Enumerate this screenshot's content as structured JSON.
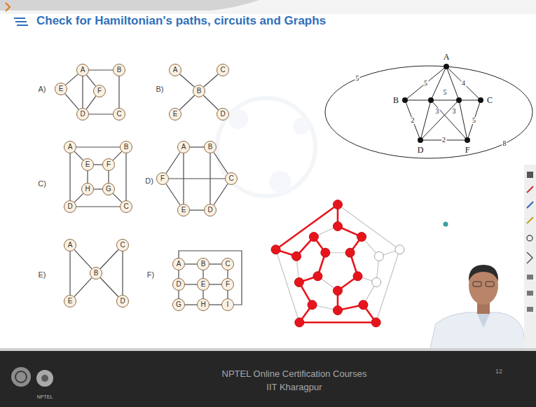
{
  "diagram": {
    "title": "Check for Hamiltonian's paths, circuits and Graphs",
    "nodes": [
      {
        "text": [
          "A"
        ]
      },
      {
        "text": [
          "B"
        ]
      },
      {
        "text": [
          "E"
        ]
      },
      {
        "text": [
          "F"
        ]
      },
      {
        "text": [
          "D"
        ]
      },
      {
        "text": [
          "C"
        ]
      },
      {
        "text": [
          "A"
        ]
      },
      {
        "text": [
          "C"
        ]
      },
      {
        "text": [
          "B"
        ]
      },
      {
        "text": [
          "E"
        ]
      },
      {
        "text": [
          "D"
        ]
      },
      {
        "text": [
          "A"
        ]
      },
      {
        "text": [
          "B"
        ]
      },
      {
        "text": [
          "C"
        ]
      },
      {
        "text": [
          "D"
        ]
      },
      {
        "text": [
          "F"
        ]
      },
      {
        "text": [
          "A"
        ]
      },
      {
        "text": [
          "B"
        ]
      },
      {
        "text": [
          "E"
        ]
      },
      {
        "text": [
          "F"
        ]
      },
      {
        "text": [
          "H"
        ]
      },
      {
        "text": [
          "G"
        ]
      },
      {
        "text": [
          "D"
        ]
      },
      {
        "text": [
          "C"
        ]
      },
      {
        "text": [
          "A"
        ]
      },
      {
        "text": [
          "B"
        ]
      },
      {
        "text": [
          "F"
        ]
      },
      {
        "text": [
          "C"
        ]
      },
      {
        "text": [
          "E"
        ]
      },
      {
        "text": [
          "D"
        ]
      },
      {
        "text": [
          "A"
        ]
      },
      {
        "text": [
          "C"
        ]
      },
      {
        "text": [
          "B"
        ]
      },
      {
        "text": [
          "E"
        ]
      },
      {
        "text": [
          "D"
        ]
      },
      {
        "text": [
          "A"
        ]
      },
      {
        "text": [
          "B"
        ]
      },
      {
        "text": [
          "C"
        ]
      },
      {
        "text": [
          "D"
        ]
      },
      {
        "text": [
          "E"
        ]
      },
      {
        "text": [
          "F"
        ]
      },
      {
        "text": [
          "G"
        ]
      },
      {
        "text": [
          "H"
        ]
      },
      {
        "text": [
          "I"
        ]
      }
    ],
    "edges": [
      {
        "from": 0,
        "to": 1,
        "arrow": "none"
      },
      {
        "from": 1,
        "to": 5,
        "arrow": "none"
      },
      {
        "from": 5,
        "to": 4,
        "arrow": "none"
      },
      {
        "from": 4,
        "to": 2,
        "arrow": "none"
      },
      {
        "from": 2,
        "to": 0,
        "arrow": "none"
      },
      {
        "from": 0,
        "to": 4,
        "arrow": "none"
      },
      {
        "from": 0,
        "to": 3,
        "arrow": "none"
      },
      {
        "from": 3,
        "to": 4,
        "arrow": "none"
      },
      {
        "from": 8,
        "to": 6,
        "arrow": "none"
      },
      {
        "from": 8,
        "to": 7,
        "arrow": "none"
      },
      {
        "from": 8,
        "to": 9,
        "arrow": "none"
      },
      {
        "from": 8,
        "to": 10,
        "arrow": "none"
      },
      {
        "from": 11,
        "to": 12,
        "label": "5",
        "arrow": "none"
      },
      {
        "from": 11,
        "to": 13,
        "label": "4",
        "arrow": "none"
      },
      {
        "from": 12,
        "to": 14,
        "label": "2",
        "arrow": "none"
      },
      {
        "from": 14,
        "to": 15,
        "label": "2",
        "arrow": "none"
      },
      {
        "from": 13,
        "to": 15,
        "label": "5",
        "arrow": "none"
      },
      {
        "from": 16,
        "to": 17,
        "arrow": "none"
      },
      {
        "from": 17,
        "to": 23,
        "arrow": "none"
      },
      {
        "from": 23,
        "to": 22,
        "arrow": "none"
      },
      {
        "from": 22,
        "to": 16,
        "arrow": "none"
      },
      {
        "from": 18,
        "to": 19,
        "arrow": "none"
      },
      {
        "from": 19,
        "to": 21,
        "arrow": "none"
      },
      {
        "from": 21,
        "to": 20,
        "arrow": "none"
      },
      {
        "from": 20,
        "to": 18,
        "arrow": "none"
      },
      {
        "from": 16,
        "to": 18,
        "arrow": "none"
      },
      {
        "from": 17,
        "to": 19,
        "arrow": "none"
      },
      {
        "from": 23,
        "to": 21,
        "arrow": "none"
      },
      {
        "from": 22,
        "to": 20,
        "arrow": "none"
      },
      {
        "from": 24,
        "to": 25,
        "arrow": "none"
      },
      {
        "from": 24,
        "to": 26,
        "arrow": "none"
      },
      {
        "from": 26,
        "to": 28,
        "arrow": "none"
      },
      {
        "from": 28,
        "to": 29,
        "arrow": "none"
      },
      {
        "from": 29,
        "to": 27,
        "arrow": "none"
      },
      {
        "from": 27,
        "to": 25,
        "arrow": "none"
      },
      {
        "from": 26,
        "to": 27,
        "arrow": "none"
      },
      {
        "from": 24,
        "to": 28,
        "arrow": "none"
      },
      {
        "from": 25,
        "to": 29,
        "arrow": "none"
      },
      {
        "from": 30,
        "to": 32,
        "arrow": "none"
      },
      {
        "from": 32,
        "to": 31,
        "arrow": "none"
      },
      {
        "from": 31,
        "to": 34,
        "arrow": "none"
      },
      {
        "from": 34,
        "to": 32,
        "arrow": "none"
      },
      {
        "from": 32,
        "to": 33,
        "arrow": "none"
      },
      {
        "from": 33,
        "to": 30,
        "arrow": "none"
      },
      {
        "from": 35,
        "to": 36,
        "arrow": "none"
      },
      {
        "from": 36,
        "to": 37,
        "arrow": "none"
      },
      {
        "from": 38,
        "to": 39,
        "arrow": "none"
      },
      {
        "from": 39,
        "to": 40,
        "arrow": "none"
      },
      {
        "from": 41,
        "to": 42,
        "arrow": "none"
      },
      {
        "from": 42,
        "to": 43,
        "arrow": "none"
      },
      {
        "from": 35,
        "to": 38,
        "arrow": "none"
      },
      {
        "from": 38,
        "to": 41,
        "arrow": "none"
      },
      {
        "from": 36,
        "to": 39,
        "arrow": "none"
      },
      {
        "from": 39,
        "to": 42,
        "arrow": "none"
      },
      {
        "from": 37,
        "to": 40,
        "arrow": "none"
      },
      {
        "from": 40,
        "to": 43,
        "arrow": "none"
      },
      {
        "from": 35,
        "to": 43,
        "arrow": "none"
      }
    ],
    "labels": [
      "A)",
      "B)",
      "5",
      "8",
      "5",
      "3",
      "3",
      "C)",
      "D)",
      "E)",
      "F)",
      "NPTEL",
      "NPTEL Online Certification Courses",
      "IIT Kharagpur",
      "12"
    ]
  }
}
